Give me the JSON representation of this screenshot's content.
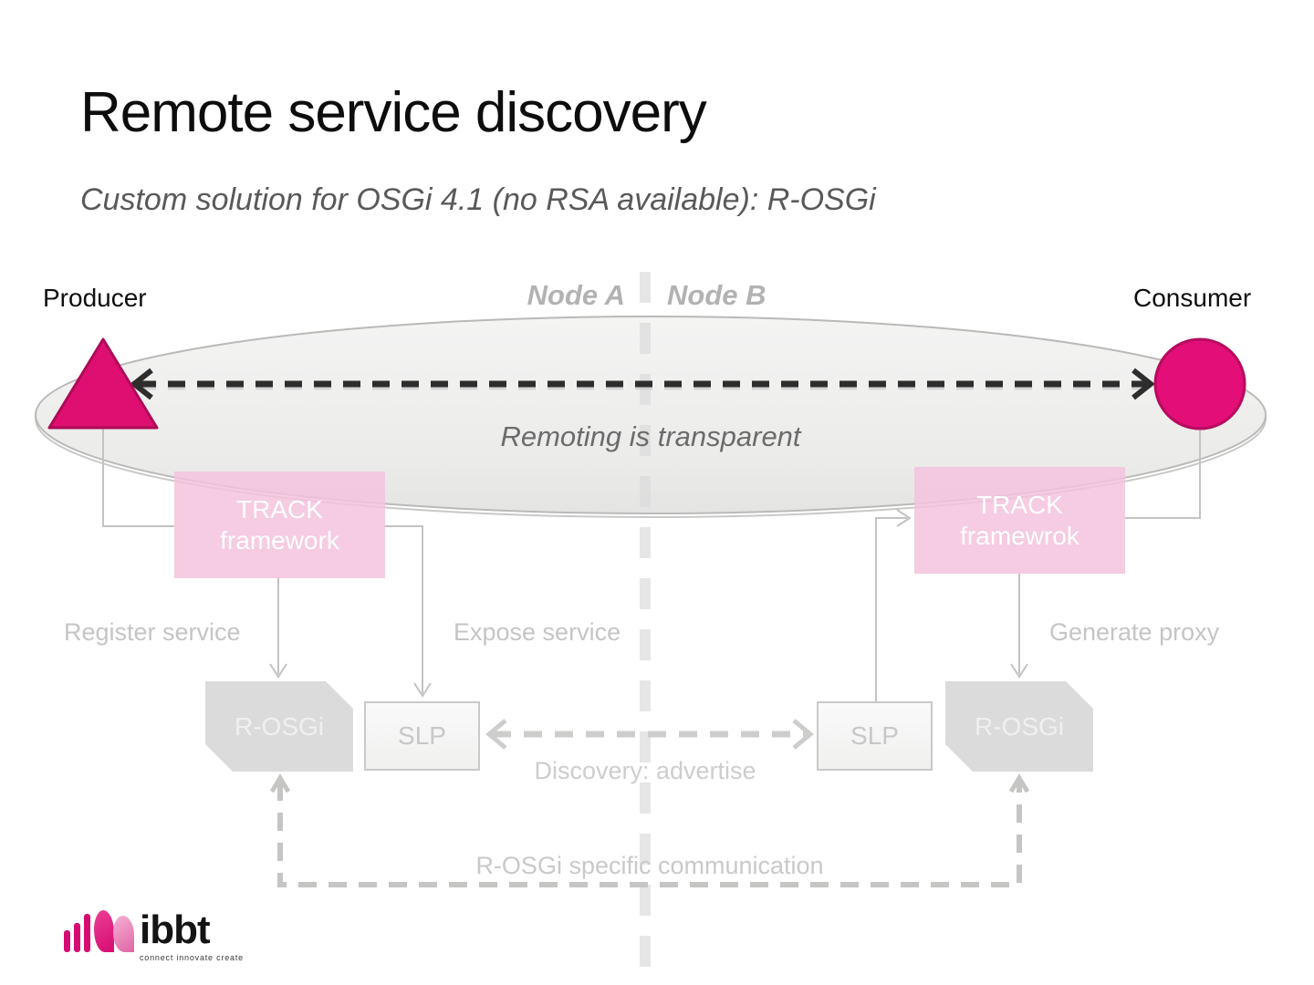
{
  "slide": {
    "title": "Remote service discovery",
    "subtitle": "Custom solution for OSGi 4.1 (no RSA available): R-OSGi"
  },
  "diagram": {
    "producer_label": "Producer",
    "consumer_label": "Consumer",
    "node_a_label": "Node A",
    "node_b_label": "Node B",
    "ellipse_caption": "Remoting is transparent",
    "node_a": {
      "track_box_line1": "TRACK",
      "track_box_line2": "framework",
      "register_label": "Register service",
      "expose_label": "Expose service",
      "rosgi_box_label": "R-OSGi",
      "slp_box_label": "SLP"
    },
    "node_b": {
      "track_box_line1": "TRACK",
      "track_box_line2": "framewrok",
      "generate_label": "Generate proxy",
      "rosgi_box_label": "R-OSGi",
      "slp_box_label": "SLP"
    },
    "discovery_label": "Discovery: advertise",
    "rosgi_comm_label": "R-OSGi specific communication"
  },
  "colors": {
    "accent_magenta": "#de0f70",
    "accent_magenta_dark": "#b00a58",
    "track_pink": "#f3c2dd",
    "connector_gray": "#c3c3c2",
    "dashed_arrow_dark": "#2d2d2d",
    "faded_gray_box": "#dbdbdb"
  },
  "logo": {
    "text": "ibbt",
    "tagline": "connect innovate create"
  }
}
